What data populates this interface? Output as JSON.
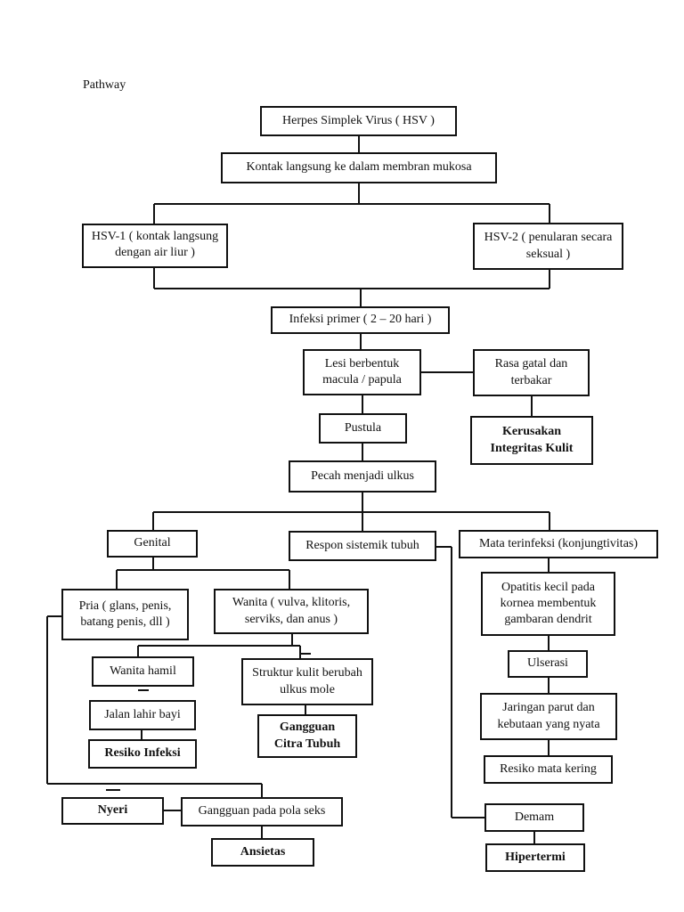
{
  "title": "Pathway",
  "nodes": {
    "hsv": "Herpes Simplek Virus ( HSV )",
    "kontak": "Kontak langsung ke dalam membran mukosa",
    "hsv1": "HSV-1 ( kontak langsung dengan air liur )",
    "hsv2": "HSV-2 ( penularan secara seksual )",
    "infeksi_primer": "Infeksi primer ( 2 – 20 hari )",
    "lesi": "Lesi berbentuk macula / papula",
    "rasa_gatal": "Rasa gatal dan terbakar",
    "kerusakan": "Kerusakan Integritas Kulit",
    "pustula": "Pustula",
    "pecah": "Pecah menjadi ulkus",
    "genital": "Genital",
    "respon": "Respon sistemik tubuh",
    "mata": "Mata terinfeksi (konjungtivitas)",
    "pria": "Pria ( glans, penis, batang penis, dll )",
    "wanita": "Wanita ( vulva, klitoris, serviks, dan anus )",
    "opatitis": "Opatitis kecil pada kornea membentuk gambaran dendrit",
    "wanita_hamil": "Wanita hamil",
    "struktur_kulit": "Struktur kulit berubah ulkus mole",
    "ulserasi": "Ulserasi",
    "jalan_lahir": "Jalan lahir bayi",
    "gangguan_citra": "Gangguan Citra Tubuh",
    "jaringan_parut": "Jaringan parut dan kebutaan yang nyata",
    "resiko_infeksi": "Resiko Infeksi",
    "resiko_mata": "Resiko mata kering",
    "nyeri": "Nyeri",
    "gangguan_seks": "Gangguan pada pola seks",
    "demam": "Demam",
    "ansietas": "Ansietas",
    "hipertermi": "Hipertermi"
  }
}
